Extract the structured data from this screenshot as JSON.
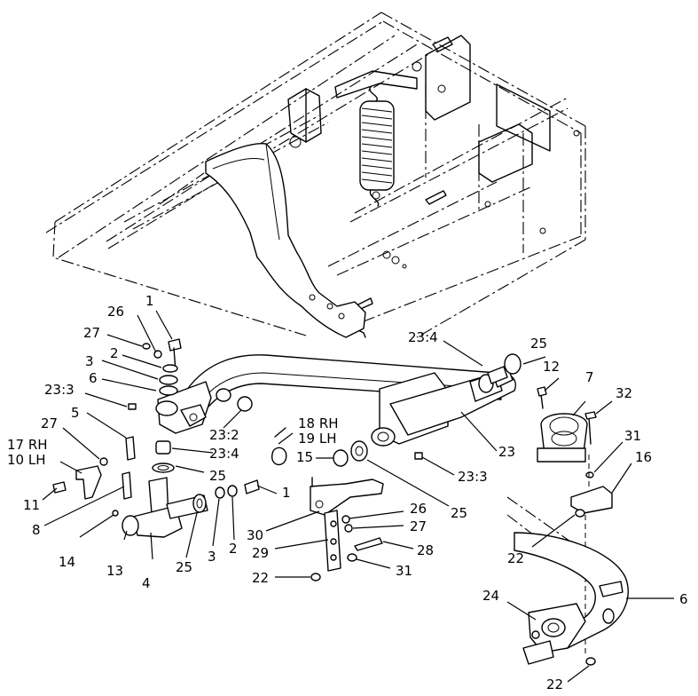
{
  "callouts": [
    {
      "id": "c1",
      "text": "1"
    },
    {
      "id": "c26a",
      "text": "26"
    },
    {
      "id": "c27a",
      "text": "27"
    },
    {
      "id": "c2a",
      "text": "2"
    },
    {
      "id": "c3a",
      "text": "3"
    },
    {
      "id": "c6a",
      "text": "6"
    },
    {
      "id": "c233a",
      "text": "23:3"
    },
    {
      "id": "c5",
      "text": "5"
    },
    {
      "id": "c27b",
      "text": "27"
    },
    {
      "id": "c17",
      "text": "17 RH"
    },
    {
      "id": "c10",
      "text": "10 LH"
    },
    {
      "id": "c11",
      "text": "11"
    },
    {
      "id": "c8",
      "text": "8"
    },
    {
      "id": "c14",
      "text": "14"
    },
    {
      "id": "c13",
      "text": "13"
    },
    {
      "id": "c4",
      "text": "4"
    },
    {
      "id": "c25a",
      "text": "25"
    },
    {
      "id": "c3b",
      "text": "3"
    },
    {
      "id": "c2b",
      "text": "2"
    },
    {
      "id": "c1b",
      "text": "1"
    },
    {
      "id": "c232",
      "text": "23:2"
    },
    {
      "id": "c234a",
      "text": "23:4"
    },
    {
      "id": "c25b",
      "text": "25"
    },
    {
      "id": "c18",
      "text": "18 RH"
    },
    {
      "id": "c19",
      "text": "19 LH"
    },
    {
      "id": "c15",
      "text": "15"
    },
    {
      "id": "c30",
      "text": "30"
    },
    {
      "id": "c29",
      "text": "29"
    },
    {
      "id": "c22a",
      "text": "22"
    },
    {
      "id": "c26b",
      "text": "26"
    },
    {
      "id": "c27c",
      "text": "27"
    },
    {
      "id": "c28",
      "text": "28"
    },
    {
      "id": "c31a",
      "text": "31"
    },
    {
      "id": "c25c",
      "text": "25"
    },
    {
      "id": "c233b",
      "text": "23:3"
    },
    {
      "id": "c23",
      "text": "23"
    },
    {
      "id": "c234b",
      "text": "23:4"
    },
    {
      "id": "c25d",
      "text": "25"
    },
    {
      "id": "c12",
      "text": "12"
    },
    {
      "id": "c7",
      "text": "7"
    },
    {
      "id": "c32",
      "text": "32"
    },
    {
      "id": "c31b",
      "text": "31"
    },
    {
      "id": "c16",
      "text": "16"
    },
    {
      "id": "c22b",
      "text": "22"
    },
    {
      "id": "c24",
      "text": "24"
    },
    {
      "id": "c6b",
      "text": "6"
    },
    {
      "id": "c22c",
      "text": "22"
    }
  ]
}
